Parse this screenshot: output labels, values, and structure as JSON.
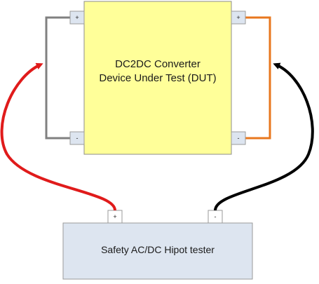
{
  "dut": {
    "line1": "DC2DC Converter",
    "line2": "Device Under Test (DUT)",
    "fill": "#ffff99",
    "left_terminals": {
      "top": "+",
      "bottom": "-"
    },
    "right_terminals": {
      "top": "+",
      "bottom": "-"
    }
  },
  "tester": {
    "label": "Safety AC/DC Hipot tester",
    "fill": "#dde5f0",
    "terminals": {
      "positive": "+",
      "negative": "-"
    }
  },
  "wires": {
    "input_short_color": "#808080",
    "output_short_color": "#e8771e",
    "positive_lead_color": "#e01b1b",
    "negative_lead_color": "#000000"
  }
}
